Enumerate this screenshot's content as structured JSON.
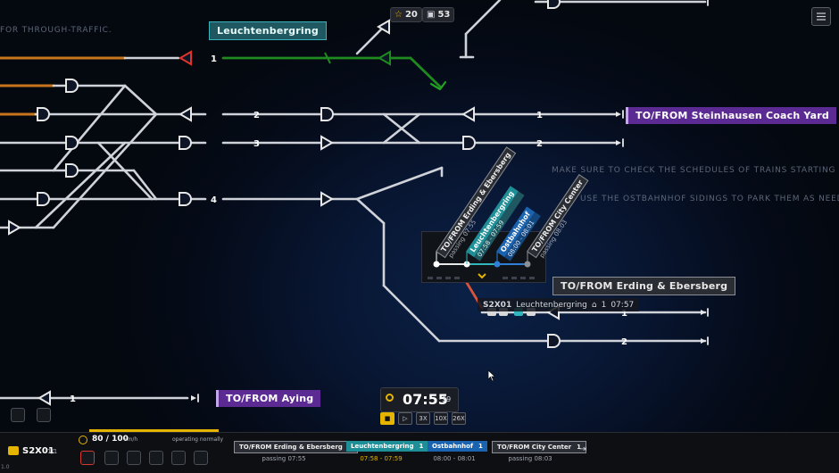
{
  "hud": {
    "stars": "20",
    "trains": "53",
    "hint_through": "FOR THROUGH-TRAFFIC.",
    "hint_schedule": "MAKE SURE TO CHECK THE SCHEDULES OF TRAINS STARTING HERE",
    "hint_sidings": "USE THE OSTBAHNHOF SIDINGS TO PARK THEM AS NEEDED"
  },
  "labels": {
    "leuchtenbergring": "Leuchtenbergring",
    "steinhausen": "TO/FROM Steinhausen Coach Yard",
    "erding": "TO/FROM Erding & Ebersberg",
    "aying": "TO/FROM Aying"
  },
  "track_numbers": [
    "1",
    "2",
    "3",
    "4",
    "1",
    "2",
    "1",
    "2",
    "1"
  ],
  "train_tag": {
    "id": "S2X01",
    "destination": "Leuchtenbergring",
    "platform": "1",
    "time": "07:57"
  },
  "popup": {
    "entries": [
      {
        "name": "TO/FROM Erding & Ebersberg",
        "platform": "1",
        "time": "passing 07:55",
        "color": "grey"
      },
      {
        "name": "Leuchtenbergring",
        "platform": "1",
        "time": "07:58 - 07:59",
        "color": "teal"
      },
      {
        "name": "Ostbahnhof",
        "platform": "1",
        "time": "08:00 - 08:01",
        "color": "blue"
      },
      {
        "name": "TO/FROM City Center",
        "platform": "1",
        "time": "passing 08:03",
        "color": "grey"
      }
    ]
  },
  "clock": {
    "time": "07:55",
    "seconds": "39"
  },
  "speeds": [
    "1X",
    "3X",
    "10X",
    "26X"
  ],
  "bottom": {
    "version": "1.0",
    "train_id": "S2X01",
    "train_count": "1/1",
    "speed": "80 / 100",
    "speed_unit": "km/h",
    "status": "operating normally",
    "schedule": [
      {
        "name": "TO/FROM Erding & Ebersberg",
        "platform": "1",
        "time": "passing 07:55"
      },
      {
        "name": "Leuchtenbergring",
        "platform": "1",
        "time": "07:58 - 07:59"
      },
      {
        "name": "Ostbahnhof",
        "platform": "1",
        "time": "08:00 - 08:01"
      },
      {
        "name": "TO/FROM City Center",
        "platform": "1",
        "time": "passing 08:03"
      }
    ]
  },
  "colors": {
    "track": "#cfd3d9",
    "track_active": "#1f8a1f",
    "track_used": "#c8761e",
    "label_purple": "#5b2a92",
    "label_teal": "#1f5860",
    "label_blue": "#15477f",
    "accent_yellow": "#e5b400"
  }
}
